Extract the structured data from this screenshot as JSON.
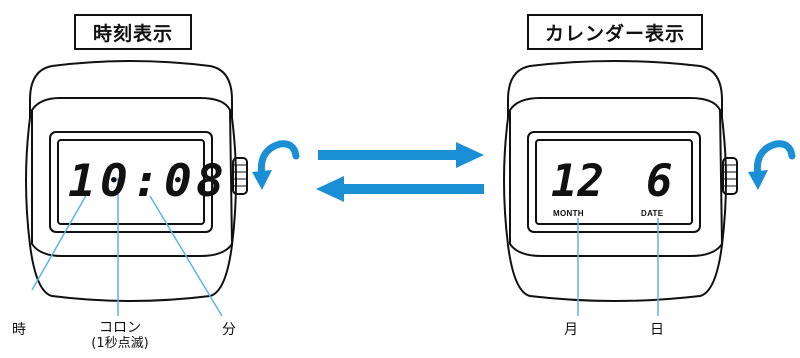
{
  "left_panel": {
    "title": "時刻表示",
    "display": "10:08"
  },
  "right_panel": {
    "title": "カレンダー表示",
    "month_value": "12",
    "date_value": "6",
    "month_caption": "MONTH",
    "date_caption": "DATE"
  },
  "callouts": {
    "hour": "時",
    "colon": "コロン",
    "colon_note": "(1秒点滅)",
    "minute": "分",
    "month": "月",
    "day": "日"
  },
  "colors": {
    "arrow_blue": "#1a8fd6",
    "leader_line": "#5fb4e4",
    "outline": "#111111"
  },
  "icons": [
    "rotate-arrow-icon",
    "switch-arrows-icon"
  ]
}
